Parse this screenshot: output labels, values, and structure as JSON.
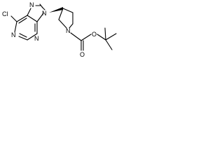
{
  "molecule": {
    "atoms": {
      "cl": "Cl",
      "n7": "N",
      "n9": "N",
      "n1": "N",
      "n3": "N",
      "n_pyrrolidine": "N",
      "o_carbonyl": "O",
      "o_ester": "O"
    },
    "stereo": "wedge"
  }
}
